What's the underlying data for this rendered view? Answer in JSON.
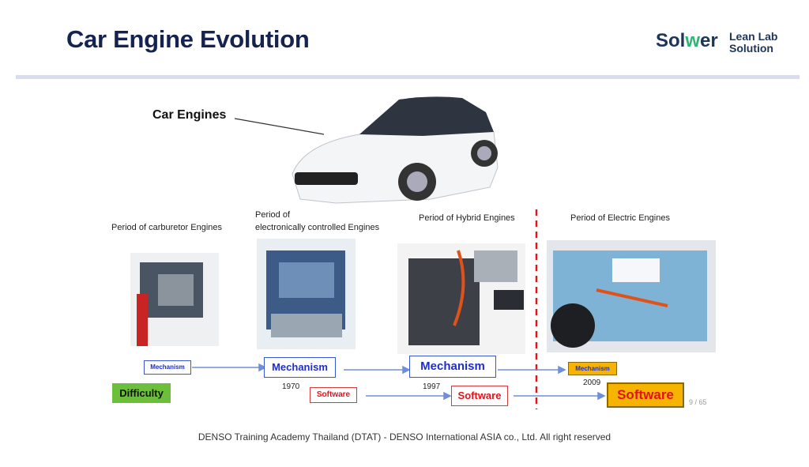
{
  "header": {
    "title": "Car Engine Evolution",
    "brand_sol": "Sol",
    "brand_w": "w",
    "brand_er": "er",
    "brand_tag1": "Lean Lab",
    "brand_tag2": "Solution"
  },
  "slide": {
    "car_label": "Car Engines",
    "periods": [
      "Period of carburetor Engines",
      "Period of electronically controlled Engines",
      "Period of Hybrid Engines",
      "Period of Electric Engines"
    ],
    "period2_line1": "Period of",
    "period2_line2": "electronically controlled Engines",
    "mechanism": "Mechanism",
    "software": "Software",
    "difficulty": "Difficulty",
    "years": [
      "1970",
      "1997",
      "2009"
    ],
    "page": "9 / 65"
  },
  "footer": "DENSO Training Academy Thailand (DTAT) - DENSO International ASIA co., Ltd. All right reserved",
  "colors": {
    "title": "#14234f",
    "brand_accent": "#2bb673",
    "mechanism": "#1f2ccf",
    "software": "#e0141a",
    "difficulty_bg": "#6bbf3a",
    "highlight": "#f6b400",
    "divider": "#e0141a"
  }
}
